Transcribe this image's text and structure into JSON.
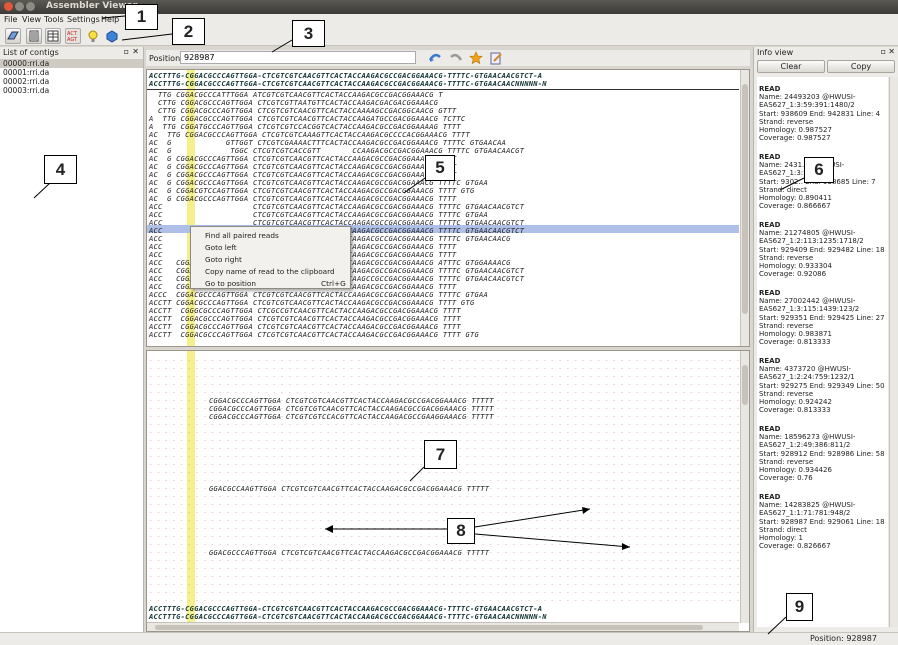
{
  "window": {
    "title": "Assembler Viewer"
  },
  "menu": [
    "File",
    "View",
    "Tools",
    "Settings",
    "Help"
  ],
  "toolbar": {
    "icons": [
      "open-icon",
      "list-icon",
      "table-icon",
      "sequence-icon",
      "bulb-icon",
      "cube-icon"
    ]
  },
  "contigs": {
    "header": "List of contigs",
    "items": [
      "00000:rri.da",
      "00001:rri.da",
      "00002:rri.da",
      "00003:rri.da"
    ],
    "selected": 0
  },
  "position": {
    "label": "Position:",
    "value": "928987"
  },
  "ref_top": "ACCTTTG-CGGACGCCCAGTTGGA-CTCGTCGTCAACGTTCACTACCAAGACGCCGACGGAAACG-TTTTC-GTGAACAACGTCT-A",
  "ref_top2": "ACCTTTG-CGGACGCCCAGTTGGA-CTCGTCGTCAACGTTCACTACCAAGACGCCGACGGAAACG-TTTTC-GTGAACAACNNNNN-N",
  "upper_reads": [
    "  TTG CGGACGCCCATTTGGA ATCGTCGTCAACGTTCACTACCAAGACGCCGACGGAAACG T",
    "  CTTG CGGACGCCCAGTTGGA CTCGTCGTTAATGTTCACTACCAAGACGACGACGGAAACG",
    "  CTTG CGGACGCCCAGTTGGA CTCGTCGTCAACGTTCACTACCAAAAGCCGACGGCAACG GTTT",
    "A  TTG CGGACGCCCAGTTGGA CTCGTCGTCAACGTTCACTACCAAGATGCCGACGGAAACG TCTTC",
    "A  TTG CGGATGCCCAGTTGGA CTCGTCGTCCACGGTCACTACCAAGACGCCGACGGAAAAG TTTT",
    "AC  TTG CGGACGCCCAGTTGGA CTCGTCGTCAAAGTTCACTACCAAGACGCCCCACGGAAACG TTTT",
    "AC  G            GTTGGT CTCGTCGAAAACTTTCACTACCAAGACGCCGACGGAAACG TTTTC GTGAACAA",
    "AC  G             TGGC CTCGTCGTCACCGTT       CCAAGACGCCGACGGAAACG TTTTC GTGAACAACGT",
    "AC  G CGGACGCCCAGTTGGA CTCGTCGTCAACGTTCACTACCAAGACGCCGACGGAAACG TTTT",
    "AC  G CGGACGCCCAGTTGGA CTCGTCGTCAACGTTCACTACCAAGACGCCGACGGAAACG TTTT",
    "AC  G CGGACGCCCAGTTGGA CTCGTCGTCAACGTTCACTACCAAGACGCCGACGGAAACG TTTT",
    "AC  G CGGACGCCCAGTTGGA CTCGTCGTCAACGTTCACTACCAAGACGCCGACGGAAACG TTTTC GTGAA",
    "AC  G CGGACGTCCAGTTGGA CTCGTCGTCAACGTTCACTACCAAGACGCCGACGGAAACG TTTT GTG",
    "AC  G CGGACGCCCAGTTGGA CTCGTCGTCAACGTTCACTACCAAGACGCCGACGGAAACG TTTT"
  ],
  "upper_reads_after_menu": [
    "ACC                    CTCGTCGTCAACGTTCACTACCAAGACGCCGACGGAAACG TTTTC GTGAACAACGTCT",
    "ACC                    CTCGTCGTCAACGTTCACTACCAAGACGCCGACGGAAACG TTTTC GTGAA",
    "ACC                    CTCGTCGTCAACGTTCACTACCAAGACGCCGACGGAAACG TTTTC GTGAACAACGTCT",
    "ACC                    CTCGTCGTCAACGTTCACTACCAAGACGCCGACGGAAACG TTTTC GTGAACAACGTCT",
    "ACC                    CTCGTCGTCAACGTTCACTACCAAGACGCCGACGGAAACG TTTTC GTGAACAACG",
    "ACC                    CTCGTCGTCAACGTTCACTACCAAGACGCCGACGGAAACG TTTT",
    "ACC                    CTCGTCGTCAACGTTCACTACCAAGACGCCGACGGAAACG TTTT",
    "ACC   CGGACGCCCAGTTGGA CTCGTCGTCAACGTTCACTACCAAGACGCCGACGGAAACG ATTTC GTGGAAAACG",
    "ACC   CGGACGCCCAGTTGGA CTCGTCGTCAACGTTCACTACCAAGACGCCGACGGAAACG TTTTC GTGAACAACGTCT",
    "ACC   CGGACGCCCAGTTGGA CTCGTCGTCAACGTTCACTACCAAGCCGCCGACGGAAACG TTTTC GTGAACAACGTCT",
    "ACC   CGGACGCCCAGTTGGA CTCGTCGTCAACGTTCACTACCAAGACGCCGACGGAAACG TTTT",
    "ACCC  CGGACGCCCAGTTGGA CTCGTCGTCAACGTTCACTACCAAGACGCCGACGGAAACG TTTTC GTGAA",
    "ACCTT CGGACGCCCAGTTGGA CTCGTCGTCAACGTTCACTACCAAGACGCCGACGGAAACG TTTT GTG",
    "ACCTT  CGGGCGCCCAGTTGGA CTCGCCGTCAACGTTCACTACCAAGACGCCGACGGAAACG TTTT",
    "ACCTT  CGGACGCCCAGTTGGA CTCGTCGTCAACGTTCACTACCAAGACGCCGACGGAAACG TTTT",
    "ACCTT  CGGACGCCCAGTTGGA CTCGTCGTCAACGTTCACTACCAAGACGCCGACGGAAACG TTTT",
    "ACCTT  CGGACGCCCAGTTGGA CTCGTCGTCAACGTTCACTACCAAGACGCCGACGGAAACG TTTT GTG"
  ],
  "lower_reads": [
    {
      "row": 5,
      "text": "CGGACGCCCAGTTGGA CTCGTCGTCAACGTTCACTACCAAGACGCCGACGGAAACG TTTTT"
    },
    {
      "row": 6,
      "text": "CGGACGCCCAGTTGGA CTCGTCGTCAACGTTCACTACCAAGACGCCGACGGAAACG TTTTT"
    },
    {
      "row": 7,
      "text": "CGGACGCCCAGTTGGA CTCGTCGTCCACGTTCACTACCAAGACGCCGAAGGAAACG TTTTT"
    },
    {
      "row": 16,
      "text": "GGACGCCAAGTTGGA CTCGTCGTCAACGTTCACTACCAAGACGCCGACGGAAACG TTTTT"
    },
    {
      "row": 24,
      "text": "GGACGCCCAGTTGGA CTCGTCGTCAACGTTCACTACCAAGACGCCGACGGAAACG TTTTT"
    }
  ],
  "context_menu": {
    "items": [
      "Find all paired reads",
      "Goto left",
      "Goto right",
      "Copy name of read to the clipboard",
      "Go to position"
    ],
    "shortcut": "Ctrl+G"
  },
  "info_view": {
    "header": "Info view",
    "clear_label": "Clear",
    "copy_label": "Copy",
    "reads": [
      {
        "title": "READ",
        "name": "Name: 24493203 @HWUSI-EAS627_1:3:59:391:1480/2",
        "pos": "Start: 938609 End: 942831 Line: 4",
        "strand": "Strand: reverse",
        "homology": "Homology: 0.987527",
        "coverage": "Coverage: 0.987527"
      },
      {
        "title": "READ",
        "name": "Name: 2431... @HWUSI-EAS627_1:3:5...:1.../2",
        "pos": "Start: 9302.. End: 938685 Line: 7",
        "strand": "Strand: direct",
        "homology": "Homology: 0.890411",
        "coverage": "Coverage: 0.866667"
      },
      {
        "title": "READ",
        "name": "Name: 21274805 @HWUSI-EAS627_1:2:113:1235:1718/2",
        "pos": "Start: 929409 End: 929482 Line: 18",
        "strand": "Strand: reverse",
        "homology": "Homology: 0.933304",
        "coverage": "Coverage: 0.92086"
      },
      {
        "title": "READ",
        "name": "Name: 27002442 @HWUSI-EAS627_1:3:115:1439:123/2",
        "pos": "Start: 929351 End: 929425 Line: 27",
        "strand": "Strand: reverse",
        "homology": "Homology: 0.983871",
        "coverage": "Coverage: 0.813333"
      },
      {
        "title": "READ",
        "name": "Name: 4373720 @HWUSI-EAS627_1:2:24:759:1232/1",
        "pos": "Start: 929275 End: 929349 Line: 50",
        "strand": "Strand: reverse",
        "homology": "Homology: 0.924242",
        "coverage": "Coverage: 0.813333"
      },
      {
        "title": "READ",
        "name": "Name: 18596273 @HWUSI-EAS627_1:2:49:386:811/2",
        "pos": "Start: 928912 End: 928986 Line: 58",
        "strand": "Strand: reverse",
        "homology": "Homology: 0.934426",
        "coverage": "Coverage: 0.76"
      },
      {
        "title": "READ",
        "name": "Name: 14283825 @HWUSI-EAS627_1:1:71:781:948/2",
        "pos": "Start: 928987 End: 929061 Line: 18",
        "strand": "Strand: direct",
        "homology": "Homology: 1",
        "coverage": "Coverage: 0.826667"
      }
    ]
  },
  "status": {
    "position_text": "Position: 928987"
  },
  "callouts": [
    "1",
    "2",
    "3",
    "4",
    "5",
    "6",
    "7",
    "8",
    "9"
  ],
  "colors": {
    "highlight_column": "#f6f08a",
    "selected_row": "#aebfe8",
    "mismatch": "#e01818",
    "faded": "#e8a3a3"
  }
}
